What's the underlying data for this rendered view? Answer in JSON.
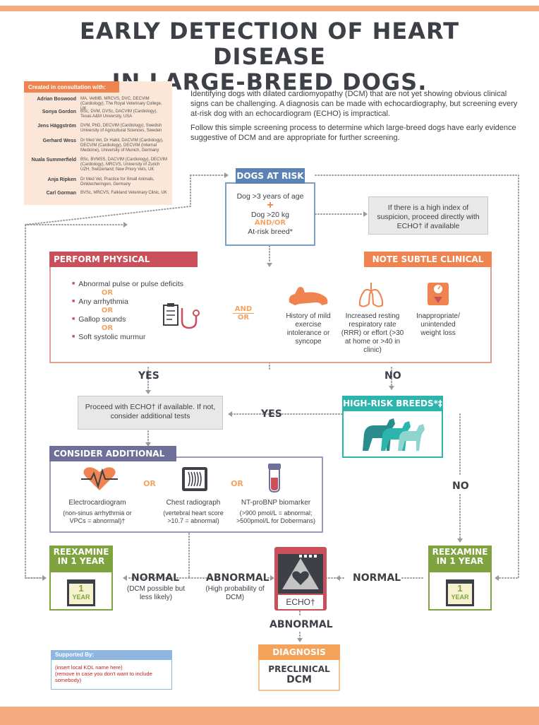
{
  "title": {
    "line1": "EARLY DETECTION OF HEART DISEASE",
    "line2": "IN LARGE-BREED DOGS."
  },
  "consult": {
    "header": "Created in consultation with:",
    "people": [
      {
        "name": "Adrian Boswood",
        "desc": "MA, VetMB, MRCVS, DVC, DECVIM (Cardiology), The Royal Veterinary College, UK"
      },
      {
        "name": "Sonya Gordon",
        "desc": "BSc, DVM, DVSc, DACVIM (Cardiology), Texas A&M University, USA"
      },
      {
        "name": "Jens Häggström",
        "desc": "DVM, PhD, DECVIM (Cardiology), Swedish University of Agricultural Sciences, Sweden"
      },
      {
        "name": "Gerhard Wess",
        "desc": "Dr Med Vet, Dr Habil, DACVIM (Cardiology), DECVIM (Cardiology), DECVIM (Internal Medicine), University of Munich, Germany"
      },
      {
        "name": "Nuala Summerfield",
        "desc": "BSc, BVMSS, DACVIM (Cardiology), DECVIM (Cardiology), MRCVS, University of Zurich UZH, Switzerland; New Priory Vets, UK"
      },
      {
        "name": "Anja Ripken",
        "desc": "Dr Med Vet, Practice for Small Animals, Dinklecheringen, Germany"
      },
      {
        "name": "Carl Gorman",
        "desc": "BVSc, MRCVS, Falkland Veterinary Clinic, UK"
      }
    ]
  },
  "intro": {
    "p1": "Identifying dogs with dilated cardiomyopathy (DCM) that are not yet showing obvious clinical signs can be challenging. A diagnosis can be made with echocardiography, but screening every at-risk dog with an echocardiogram (ECHO) is impractical.",
    "p2": "Follow this simple screening process to determine which large-breed dogs have early evidence suggestive of DCM and are appropriate for further screening."
  },
  "at_risk": {
    "header": "DOGS AT RISK",
    "line1": "Dog >3 years of age",
    "plus": "+",
    "line2": "Dog >20 kg",
    "andor": "AND/OR",
    "line3": "At-risk breed*"
  },
  "suspicion_box": "If there is a high index of suspicion, proceed directly with ECHO† if available",
  "exam": {
    "header": "PERFORM PHYSICAL EXAMINATION",
    "items": [
      "Abnormal pulse or pulse deficits",
      "Any arrhythmia",
      "Gallop sounds",
      "Soft systolic murmur"
    ],
    "or": "OR",
    "andor_top": "AND",
    "andor_bottom": "OR"
  },
  "signs": {
    "header": "NOTE SUBTLE CLINICAL SIGNS",
    "s1": "History of mild exercise intolerance or syncope",
    "s2": "Increased resting respiratory rate (RRR) or effort (>30 at home or >40 in clinic)",
    "s3": "Inappropriate/ unintended weight loss"
  },
  "labels": {
    "yes": "YES",
    "no": "NO",
    "normal": "NORMAL",
    "abnormal": "ABNORMAL"
  },
  "proceed_box": "Proceed with ECHO† if available. If not, consider additional tests",
  "high_risk": {
    "header": "HIGH-RISK BREEDS*‡"
  },
  "tests": {
    "header": "CONSIDER ADDITIONAL TESTS",
    "or": "OR",
    "t1_title": "Electrocardiogram",
    "t1_desc": "(non-sinus arrhythmia or VPCs = abnormal)†",
    "t2_title": "Chest radiograph",
    "t2_desc": "(vertebral heart score >10.7 = abnormal)",
    "t3_title": "NT-proBNP biomarker",
    "t3_desc": "(>900 pmol/L = abnormal; >500pmol/L for Dobermans)"
  },
  "reexamine": {
    "header_line1": "REEXAMINE",
    "header_line2": "IN 1 YEAR",
    "cal_num": "1",
    "cal_word": "YEAR"
  },
  "normal_note": "(DCM possible but less likely)",
  "abnormal_note": "(High probability of DCM)",
  "echo_label": "ECHO†",
  "diagnosis": {
    "header": "DIAGNOSIS",
    "line1": "PRECLINICAL",
    "line2": "DCM"
  },
  "supported": {
    "header": "Supported By:",
    "line1": "(insert local KOL name here)",
    "line2": "(remove in case you don't want to include somebody)"
  },
  "colors": {
    "orange": "#f08450",
    "blue": "#5b82b4",
    "red": "#c9505a",
    "purple": "#6f709a",
    "teal": "#2bb5ad",
    "green": "#7fa33e"
  }
}
